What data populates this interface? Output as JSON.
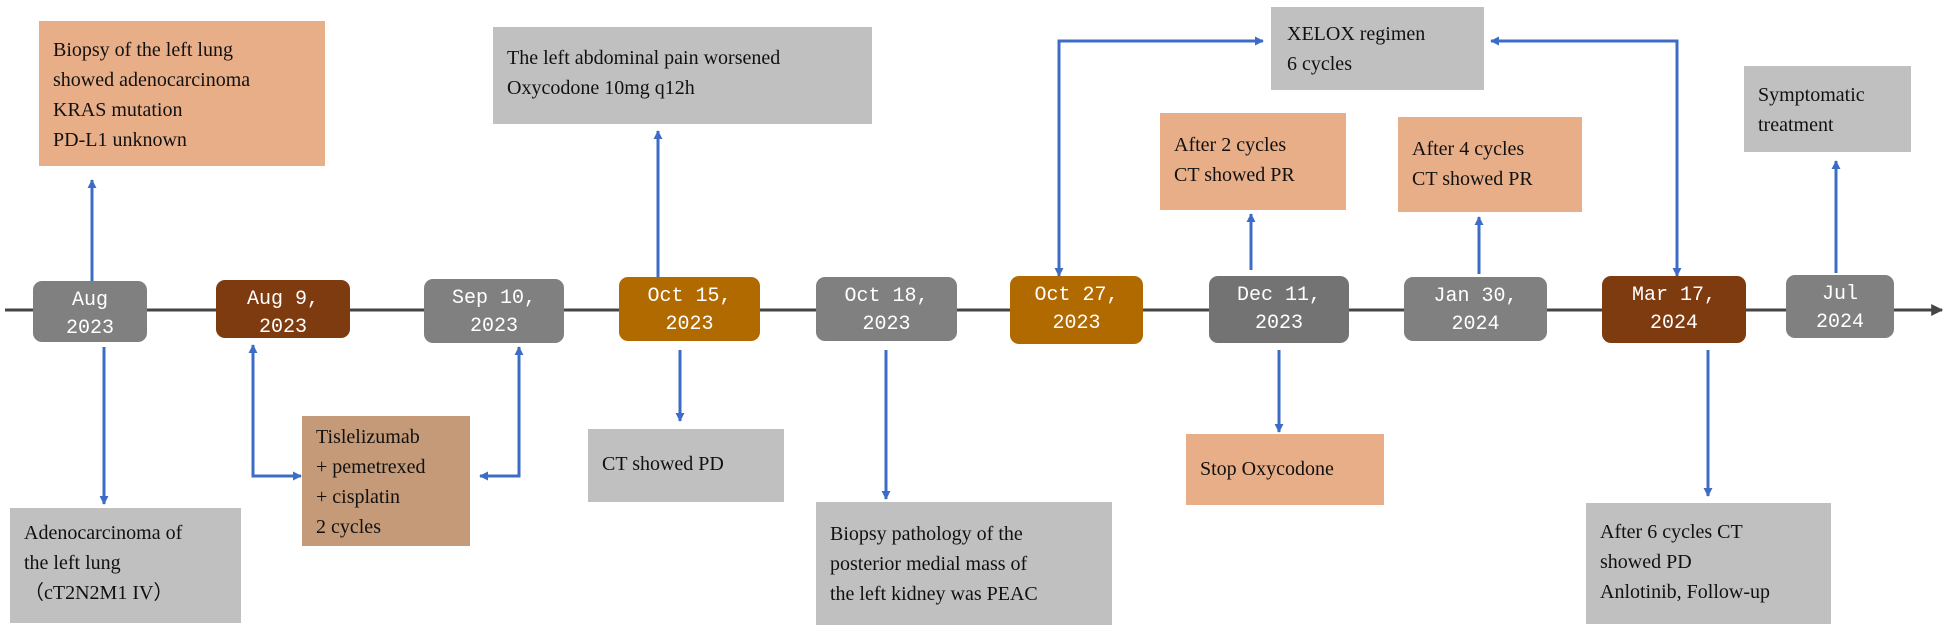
{
  "colors": {
    "gray_date": "#808080",
    "dark_gray_date": "#737373",
    "brown_date": "#7f3b10",
    "amber_date": "#b06a00",
    "salmon_box": "#e8ae88",
    "tan_box": "#c49a78",
    "gray_box": "#c0c0c0",
    "arrow": "#3c6cc6",
    "axis": "#454545"
  },
  "dates": [
    {
      "line1": "Aug",
      "line2": "2023"
    },
    {
      "line1": "Aug 9,",
      "line2": "2023"
    },
    {
      "line1": "Sep 10,",
      "line2": "2023"
    },
    {
      "line1": "Oct 15,",
      "line2": "2023"
    },
    {
      "line1": "Oct 18,",
      "line2": "2023"
    },
    {
      "line1": "Oct 27,",
      "line2": "2023"
    },
    {
      "line1": "Dec 11,",
      "line2": "2023"
    },
    {
      "line1": "Jan 30,",
      "line2": "2024"
    },
    {
      "line1": "Mar 17,",
      "line2": "2024"
    },
    {
      "line1": "Jul",
      "line2": "2024"
    }
  ],
  "events": {
    "lung_biopsy": [
      "Biopsy of the left lung",
      "showed adenocarcinoma",
      "KRAS mutation",
      "PD-L1 unknown"
    ],
    "adenocarcinoma": [
      "Adenocarcinoma of",
      "the left lung",
      "（cT2N2M1 IV）"
    ],
    "tislelizumab": [
      "Tislelizumab",
      "+ pemetrexed",
      "+ cisplatin",
      "2 cycles"
    ],
    "abdominal_pain": [
      "The left abdominal pain worsened",
      "Oxycodone 10mg q12h"
    ],
    "ct_pd": [
      "CT showed PD"
    ],
    "kidney_biopsy": [
      "Biopsy pathology of the",
      "posterior medial mass of",
      "the left kidney was PEAC"
    ],
    "xelox": [
      "XELOX regimen",
      "6 cycles"
    ],
    "after_2_cycles": [
      "After 2 cycles",
      "CT showed PR"
    ],
    "stop_oxycodone": [
      "Stop Oxycodone"
    ],
    "after_4_cycles": [
      "After 4 cycles",
      "CT showed PR"
    ],
    "after_6_cycles": [
      "After 6 cycles CT",
      "showed PD",
      "Anlotinib, Follow-up"
    ],
    "symptomatic": [
      "Symptomatic",
      "treatment"
    ]
  }
}
